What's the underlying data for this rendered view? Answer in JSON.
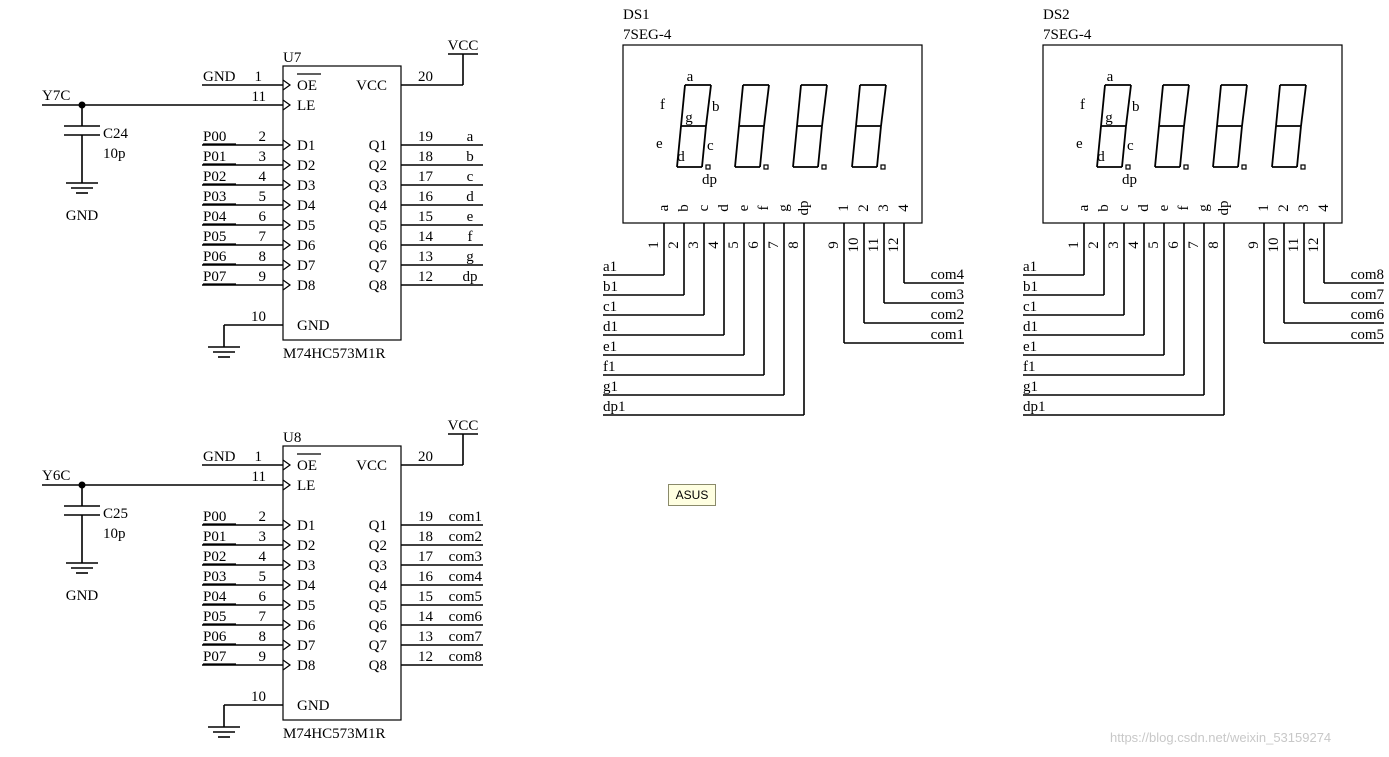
{
  "latches": [
    {
      "ref": "U7",
      "part": "M74HC573M1R",
      "net": "Y7C",
      "cap_ref": "C24",
      "cap_val": "10p",
      "outputs": [
        "a",
        "b",
        "c",
        "d",
        "e",
        "f",
        "g",
        "dp"
      ]
    },
    {
      "ref": "U8",
      "part": "M74HC573M1R",
      "net": "Y6C",
      "cap_ref": "C25",
      "cap_val": "10p",
      "outputs": [
        "com1",
        "com2",
        "com3",
        "com4",
        "com5",
        "com6",
        "com7",
        "com8"
      ]
    }
  ],
  "latch_common": {
    "vcc": "VCC",
    "gnd": "GND",
    "oe_net": "GND",
    "oe_pin": "1",
    "oe_name": "OE",
    "le_pin": "11",
    "le_name": "LE",
    "vcc_pin": "20",
    "vcc_name": "VCC",
    "gnd_pin": "10",
    "gnd_name": "GND",
    "in_nets": [
      "P00",
      "P01",
      "P02",
      "P03",
      "P04",
      "P05",
      "P06",
      "P07"
    ],
    "in_pins": [
      "2",
      "3",
      "4",
      "5",
      "6",
      "7",
      "8",
      "9"
    ],
    "in_names": [
      "D1",
      "D2",
      "D3",
      "D4",
      "D5",
      "D6",
      "D7",
      "D8"
    ],
    "out_pins": [
      "19",
      "18",
      "17",
      "16",
      "15",
      "14",
      "13",
      "12"
    ],
    "out_names": [
      "Q1",
      "Q2",
      "Q3",
      "Q4",
      "Q5",
      "Q6",
      "Q7",
      "Q8"
    ]
  },
  "displays": [
    {
      "ref": "DS1",
      "part": "7SEG-4",
      "seg_nets": [
        "a1",
        "b1",
        "c1",
        "d1",
        "e1",
        "f1",
        "g1",
        "dp1"
      ],
      "com_nets": [
        "com4",
        "com3",
        "com2",
        "com1"
      ]
    },
    {
      "ref": "DS2",
      "part": "7SEG-4",
      "seg_nets": [
        "a1",
        "b1",
        "c1",
        "d1",
        "e1",
        "f1",
        "g1",
        "dp1"
      ],
      "com_nets": [
        "com8",
        "com7",
        "com6",
        "com5"
      ]
    }
  ],
  "display_common": {
    "seg_pins": [
      "1",
      "2",
      "3",
      "4",
      "5",
      "6",
      "7",
      "8"
    ],
    "seg_names": [
      "a",
      "b",
      "c",
      "d",
      "e",
      "f",
      "g",
      "dp"
    ],
    "com_pins": [
      "9",
      "10",
      "11",
      "12"
    ],
    "com_names": [
      "1",
      "2",
      "3",
      "4"
    ],
    "digit_labels": {
      "a": "a",
      "b": "b",
      "c": "c",
      "d": "d",
      "e": "e",
      "f": "f",
      "g": "g",
      "dp": "dp"
    }
  },
  "tooltip": "ASUS",
  "watermark": "https://blog.csdn.net/weixin_53159274"
}
